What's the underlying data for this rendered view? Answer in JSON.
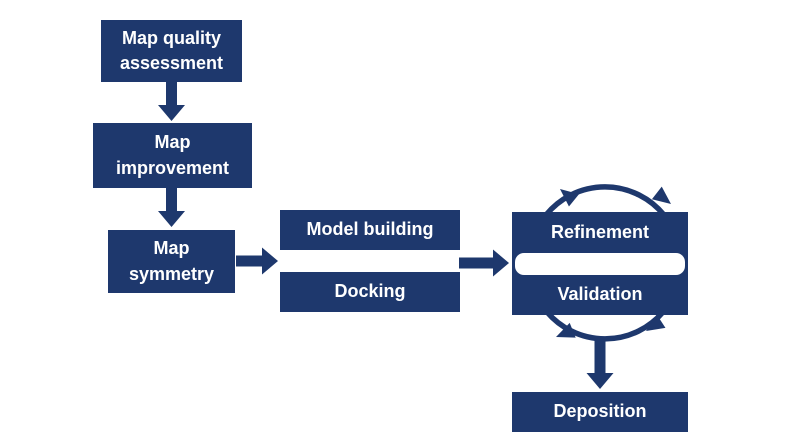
{
  "colors": {
    "accent": "#1e386d",
    "text": "#ffffff",
    "background": "#ffffff"
  },
  "nodes": {
    "map_quality": {
      "label": "Map quality assessment"
    },
    "map_improvement": {
      "label": "Map improvement"
    },
    "map_symmetry": {
      "label": "Map symmetry"
    },
    "model_building": {
      "label": "Model building"
    },
    "docking": {
      "label": "Docking"
    },
    "refinement": {
      "label": "Refinement"
    },
    "validation": {
      "label": "Validation"
    },
    "deposition": {
      "label": "Deposition"
    }
  },
  "edges": [
    {
      "from": "map_quality",
      "to": "map_improvement",
      "style": "down-arrow"
    },
    {
      "from": "map_improvement",
      "to": "map_symmetry",
      "style": "down-arrow"
    },
    {
      "from": "map_symmetry",
      "to": "model_building_docking",
      "style": "right-arrow"
    },
    {
      "from": "model_building_docking",
      "to": "refinement_validation",
      "style": "right-arrow"
    },
    {
      "from": "refinement_validation",
      "to": "refinement_validation",
      "style": "circular-cycle-arrows"
    },
    {
      "from": "refinement_validation",
      "to": "deposition",
      "style": "down-arrow"
    }
  ]
}
